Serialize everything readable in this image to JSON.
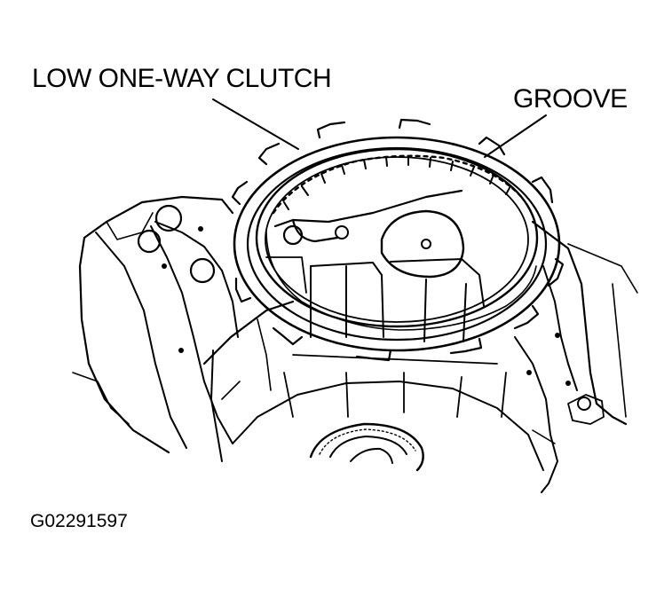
{
  "labels": {
    "low_one_way_clutch": "LOW ONE-WAY CLUTCH",
    "groove": "GROOVE"
  },
  "figure_id": "G02291597",
  "colors": {
    "ink": "#000000",
    "paper": "#ffffff"
  }
}
